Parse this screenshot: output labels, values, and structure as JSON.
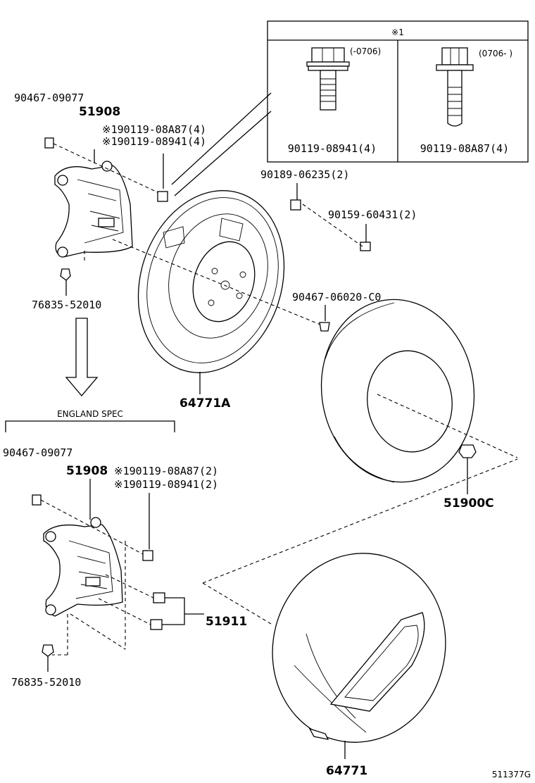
{
  "inset": {
    "header": "※1",
    "left_range": "(-0706)",
    "right_range": "(0706- )",
    "left_part": "90119-08941(4)",
    "right_part": "90119-08A87(4)"
  },
  "upper": {
    "p_90467": "90467-09077",
    "p_51908": "51908",
    "p_bolt_a": "※190119-08A87(4)",
    "p_bolt_b": "※190119-08941(4)",
    "p_76835": "76835-52010",
    "p_90189": "90189-06235(2)",
    "p_90159": "90159-60431(2)",
    "p_90467b": "90467-06020-C0",
    "p_64771A": "64771A",
    "p_51900C": "51900C"
  },
  "england": {
    "title": "ENGLAND SPEC",
    "p_90467": "90467-09077",
    "p_51908": "51908",
    "p_bolt_a": "※190119-08A87(2)",
    "p_bolt_b": "※190119-08941(2)",
    "p_51911": "51911",
    "p_76835": "76835-52010",
    "p_64771": "64771"
  },
  "footer": {
    "code": "511377G"
  }
}
